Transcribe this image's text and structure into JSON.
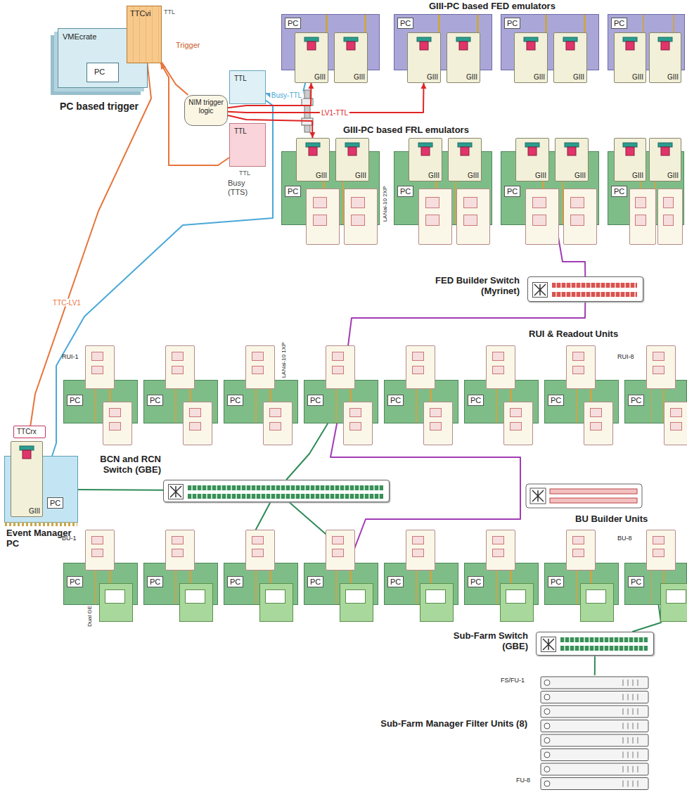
{
  "diagram": {
    "nodes": [
      {
        "text": [
          "VMEcrate",
          "PC based trigger"
        ]
      },
      {
        "text": [
          "PC"
        ],
        "in": 0
      },
      {
        "text": [
          "TTCvi"
        ]
      },
      {
        "text": [
          "NIM trigger logic"
        ]
      },
      {
        "text": [
          "TTL"
        ]
      },
      {
        "text": [
          "TTL"
        ]
      },
      {
        "text": [
          "PC"
        ]
      },
      {
        "text": [
          "GIII"
        ],
        "in": 6
      },
      {
        "text": [
          "GIII"
        ],
        "in": 6
      },
      {
        "text": [
          "PC"
        ]
      },
      {
        "text": [
          "GIII"
        ],
        "in": 9
      },
      {
        "text": [
          "GIII"
        ],
        "in": 9
      },
      {
        "text": [
          "PC"
        ]
      },
      {
        "text": [
          "GIII"
        ],
        "in": 12
      },
      {
        "text": [
          "GIII"
        ],
        "in": 12
      },
      {
        "text": [
          "PC"
        ]
      },
      {
        "text": [
          "GIII"
        ],
        "in": 15
      },
      {
        "text": [
          "GIII"
        ],
        "in": 15
      },
      {
        "text": [
          "PC"
        ]
      },
      {
        "text": [
          "GIII"
        ],
        "in": 18
      },
      {
        "text": [
          "GIII"
        ],
        "in": 18
      },
      {
        "text": [
          "PC"
        ]
      },
      {
        "text": [
          "GIII"
        ],
        "in": 21
      },
      {
        "text": [
          "GIII"
        ],
        "in": 21
      },
      {
        "text": [
          "PC"
        ]
      },
      {
        "text": [
          "GIII"
        ],
        "in": 24
      },
      {
        "text": [
          "GIII"
        ],
        "in": 24
      },
      {
        "text": [
          "PC"
        ]
      },
      {
        "text": [
          "GIII"
        ],
        "in": 27
      },
      {
        "text": [
          "GIII"
        ],
        "in": 27
      },
      {
        "text": [
          "FED Builder Switch (Myrinet)"
        ]
      },
      {
        "text": [
          "PC"
        ]
      },
      {
        "text": [
          "PC"
        ]
      },
      {
        "text": [
          "PC"
        ]
      },
      {
        "text": [
          "PC"
        ]
      },
      {
        "text": [
          "PC"
        ]
      },
      {
        "text": [
          "PC"
        ]
      },
      {
        "text": [
          "PC"
        ]
      },
      {
        "text": [
          "PC"
        ]
      },
      {
        "text": [
          "PC",
          "Event Manager PC"
        ]
      },
      {
        "text": [
          "GIII"
        ],
        "in": 39
      },
      {
        "text": [
          "TTCrx"
        ],
        "in": 39
      },
      {
        "text": [
          "BCN and RCN Switch (GBE)"
        ]
      },
      {
        "text": [
          "PC"
        ]
      },
      {
        "text": [
          "PC"
        ]
      },
      {
        "text": [
          "PC"
        ]
      },
      {
        "text": [
          "PC"
        ]
      },
      {
        "text": [
          "PC"
        ]
      },
      {
        "text": [
          "PC"
        ]
      },
      {
        "text": [
          "PC"
        ]
      },
      {
        "text": [
          "PC"
        ]
      },
      {
        "text": [
          "Sub-Farm Switch (GBE)"
        ]
      },
      {
        "text": [
          "Sub-Farm Manager Filter Units (8)"
        ]
      }
    ],
    "edges": [
      {
        "from": 2,
        "to": 3,
        "arrow": "none"
      },
      {
        "from": 5,
        "to": 2,
        "arrow": "to"
      },
      {
        "from": 2,
        "to": 41,
        "label": "TTC-LV1",
        "arrow": "none"
      },
      {
        "from": 4,
        "to": 39,
        "arrow": "none"
      },
      {
        "from": 3,
        "to": 10,
        "label": "LV1-TTL",
        "arrow": "to"
      },
      {
        "from": 3,
        "to": 7,
        "arrow": "to"
      },
      {
        "from": 7,
        "to": 4,
        "label": "Busy-TTL",
        "arrow": "to"
      },
      {
        "from": 3,
        "to": 19,
        "arrow": "to"
      },
      {
        "from": 24,
        "to": 30,
        "arrow": "none"
      },
      {
        "from": 30,
        "to": 34,
        "arrow": "none"
      },
      {
        "from": 34,
        "to": 46,
        "arrow": "none"
      },
      {
        "from": 34,
        "to": 42,
        "arrow": "none"
      },
      {
        "from": 39,
        "to": 42,
        "arrow": "none"
      },
      {
        "from": 42,
        "to": 45,
        "arrow": "none"
      },
      {
        "from": 42,
        "to": 46,
        "arrow": "none"
      },
      {
        "from": 50,
        "to": 51,
        "arrow": "none"
      },
      {
        "from": 51,
        "to": 52,
        "arrow": "none"
      }
    ],
    "labels": [
      "GIII-PC based FED emulators",
      "TTL",
      "Trigger",
      "TTL",
      "Busy (TTS)",
      "GIII-PC based FRL emulators",
      "LANai-10 2XP",
      "RUI & Readout Units",
      "RUI-1",
      "RUI-8",
      "LANai-10 1XP",
      "BU Builder Units",
      "BU-1",
      "BU-8",
      "Dual GE",
      "FS/FU-1",
      "FU-8"
    ]
  }
}
